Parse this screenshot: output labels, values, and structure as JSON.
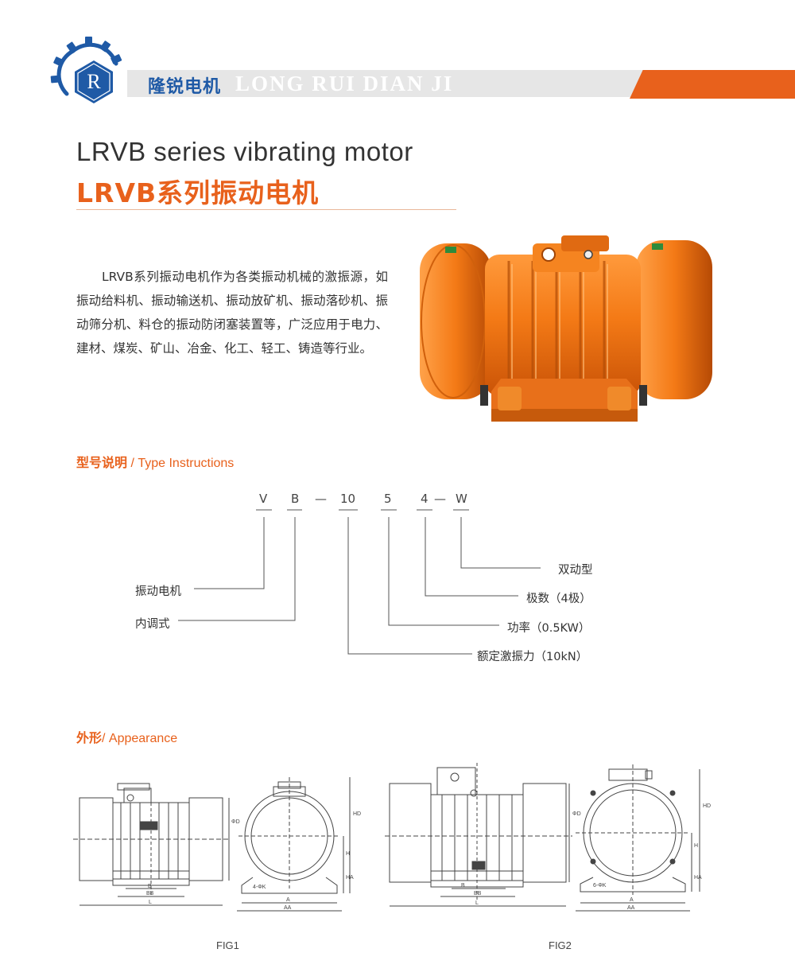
{
  "header": {
    "logo_letter": "R",
    "brand_cn": "隆锐电机",
    "brand_en": "LONG RUI DIAN JI",
    "colors": {
      "accent": "#e8611c",
      "brand_blue": "#1f5aa6",
      "bar_grey": "#e6e6e6"
    }
  },
  "title": {
    "en": "LRVB series vibrating motor",
    "cn": "LRVB系列振动电机"
  },
  "description": "LRVB系列振动电机作为各类振动机械的激振源，如振动给料机、振动输送机、振动放矿机、振动落砂机、振动筛分机、料仓的振动防闭塞装置等，广泛应用于电力、建材、煤炭、矿山、冶金、化工、轻工、铸造等行业。",
  "type_section": {
    "heading_cn": "型号说明",
    "heading_en": " / Type Instructions",
    "code": [
      "V",
      "B",
      "—",
      "10",
      "5",
      "4",
      "—",
      "W"
    ],
    "labels": {
      "vibrating_motor": "振动电机",
      "internal_adjust": "内调式",
      "double_action": "双动型",
      "poles": "极数（4极）",
      "power": "功率（0.5KW）",
      "force": "额定激振力（10kN）"
    }
  },
  "appearance_section": {
    "heading_cn": "外形",
    "heading_en": "/ Appearance",
    "fig1": {
      "label": "FIG1",
      "dims": {
        "phiD": "ΦD",
        "HD": "HD",
        "HA": "HA",
        "H": "H",
        "B": "B",
        "BB": "BB",
        "L": "L",
        "A": "A",
        "AA": "AA",
        "holes": "4-ΦK"
      }
    },
    "fig2": {
      "label": "FIG2",
      "dims": {
        "phiD": "ΦD",
        "HD": "HD",
        "HA": "HA",
        "H": "H",
        "B": "B",
        "BB": "BB",
        "L": "L",
        "A": "A",
        "AA": "AA",
        "holes": "6-ΦK"
      }
    }
  }
}
